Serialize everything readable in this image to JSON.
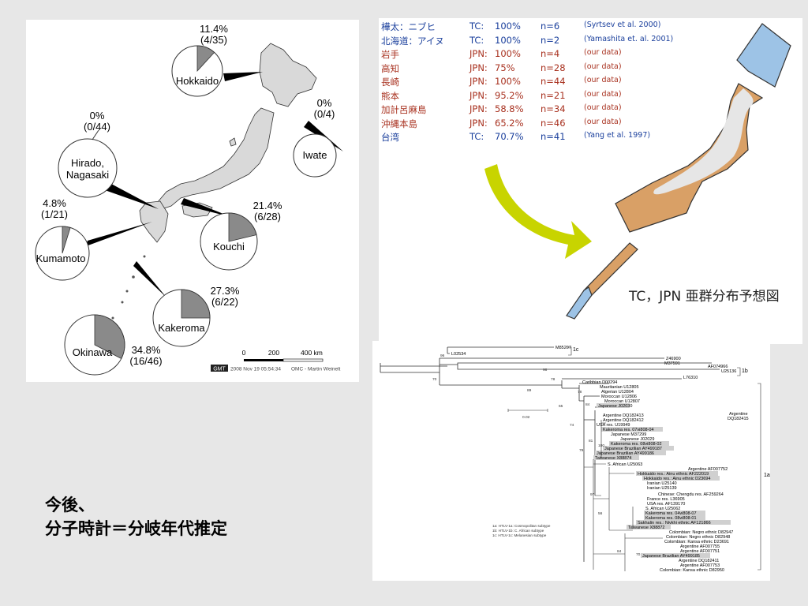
{
  "map": {
    "pies": [
      {
        "name": "Hokkaido",
        "pct": "11.4%",
        "ratio": "(4/35)",
        "frac": 0.114
      },
      {
        "name": "Iwate",
        "pct": "0%",
        "ratio": "(0/4)",
        "frac": 0.0
      },
      {
        "name_lines": [
          "Hirado,",
          "Nagasaki"
        ],
        "pct": "0%",
        "ratio": "(0/44)",
        "frac": 0.0
      },
      {
        "name": "Kumamoto",
        "pct": "4.8%",
        "ratio": "(1/21)",
        "frac": 0.048
      },
      {
        "name": "Kouchi",
        "pct": "21.4%",
        "ratio": "(6/28)",
        "frac": 0.214
      },
      {
        "name": "Kakeroma",
        "pct": "27.3%",
        "ratio": "(6/22)",
        "frac": 0.273
      },
      {
        "name": "Okinawa",
        "pct": "34.8%",
        "ratio": "(16/46)",
        "frac": 0.348
      }
    ],
    "scale": {
      "ticks": [
        "0",
        "200",
        "400 km"
      ]
    },
    "footer": {
      "gmt": "GMT",
      "date": "2008 Nov 19 05:54:34",
      "credit": "OMC - Martin Weinelt"
    }
  },
  "table": {
    "rows": [
      {
        "place": "樺太：ニブヒ",
        "type": "TC:",
        "pct": "100%",
        "n": "n=6",
        "ref": "(Syrtsev et al. 2000)",
        "color": "#1a3f9c"
      },
      {
        "place": "北海道：アイヌ",
        "type": "TC:",
        "pct": "100%",
        "n": "n=2",
        "ref": "(Yamashita et. al. 2001)",
        "color": "#1a3f9c"
      },
      {
        "place": "岩手",
        "type": "JPN:",
        "pct": "100%",
        "n": "n=4",
        "ref": "(our data)",
        "color": "#a8311f"
      },
      {
        "place": "高知",
        "type": "JPN:",
        "pct": "75%",
        "n": "n=28",
        "ref": "(our data)",
        "color": "#a8311f"
      },
      {
        "place": "長崎",
        "type": "JPN:",
        "pct": "100%",
        "n": "n=44",
        "ref": "(our data)",
        "color": "#a8311f"
      },
      {
        "place": "熊本",
        "type": "JPN:",
        "pct": "95.2%",
        "n": "n=21",
        "ref": "(our data)",
        "color": "#a8311f"
      },
      {
        "place": "加計呂麻島",
        "type": "JPN:",
        "pct": "58.8%",
        "n": "n=34",
        "ref": "(our data)",
        "color": "#a8311f"
      },
      {
        "place": "沖縄本島",
        "type": "JPN:",
        "pct": "65.2%",
        "n": "n=46",
        "ref": "(our data)",
        "color": "#a8311f"
      },
      {
        "place": "台湾",
        "type": "TC:",
        "pct": "70.7%",
        "n": "n=41",
        "ref": "(Yang et al. 1997)",
        "color": "#1a3f9c"
      }
    ]
  },
  "distribution": {
    "caption": "TC，JPN 亜群分布予想図",
    "colors": {
      "tc": "#9dc3e6",
      "jpn": "#d9a066",
      "overlap": "#e6e6e6",
      "arrow": "#c8d400"
    }
  },
  "tree": {
    "labels": [
      "M85207",
      "L02534",
      "1c",
      "Z46900",
      "M37591",
      "AF074966",
      "U25136",
      "1b",
      "L76310",
      "Caribbian D00294",
      "Mauritanian U12805",
      "Algerian U12804",
      "Moroccan U12806",
      "Moroccan U12807",
      "Japanese J02030",
      "Argentine DQ182413",
      "Argentine DQ182412",
      "Argentine",
      "DQ182415",
      "USA res. U19949",
      "Kakeroma res. 07vi808-04",
      "Japanese M37299",
      "Japanese J02029",
      "Kakeroma res. 08vi808-02",
      "Japanese Brazilian AY499187",
      "Japanese Brazilian AY499186",
      "Taiwanese X88874",
      "S. African U25063",
      "Argentine AF007752",
      "Hokkaido res.: Ainu ethnic AF222019",
      "Hokkaido res.: Ainu ethnic D23694",
      "Iranian U25140",
      "Iranian U25139",
      "Chinese: Chengdu res. AF259264",
      "France res. L36905",
      "USA res. AF139170",
      "S. African U25062",
      "Kakeroma res. 04vi808-07",
      "Kakeroma res. 08vi808-01",
      "Sakhalin res.: Nivkhi ethnic AF121866",
      "Taiwanese X88872",
      "Colombian: Negro ethnic D82947",
      "Colombian: Negro ethnic D82948",
      "Colombian: Kansa ethnic D23691",
      "Argentine AF007755",
      "Argentine AF007751",
      "Japanese Brazilian AY499185",
      "Argentine DQ182411",
      "Argentine AF007753",
      "Colombian: Kansa ethnic D82950",
      "1a"
    ],
    "bootstrap": [
      "96",
      "70",
      "78",
      "98",
      "89",
      "78",
      "84",
      "74",
      "65",
      "81",
      "100",
      "79",
      "97",
      "56",
      "84",
      "70"
    ],
    "scale_label": "0.02",
    "legend": [
      "1a: HTLV-1a: Cosmopolitan subtype",
      "1b: HTLV-1b: C. African subtype",
      "1c: HTLV-1c: Melanesian subtype"
    ]
  },
  "footer_text": {
    "line1": "今後、",
    "line2": "分子時計＝分岐年代推定"
  }
}
